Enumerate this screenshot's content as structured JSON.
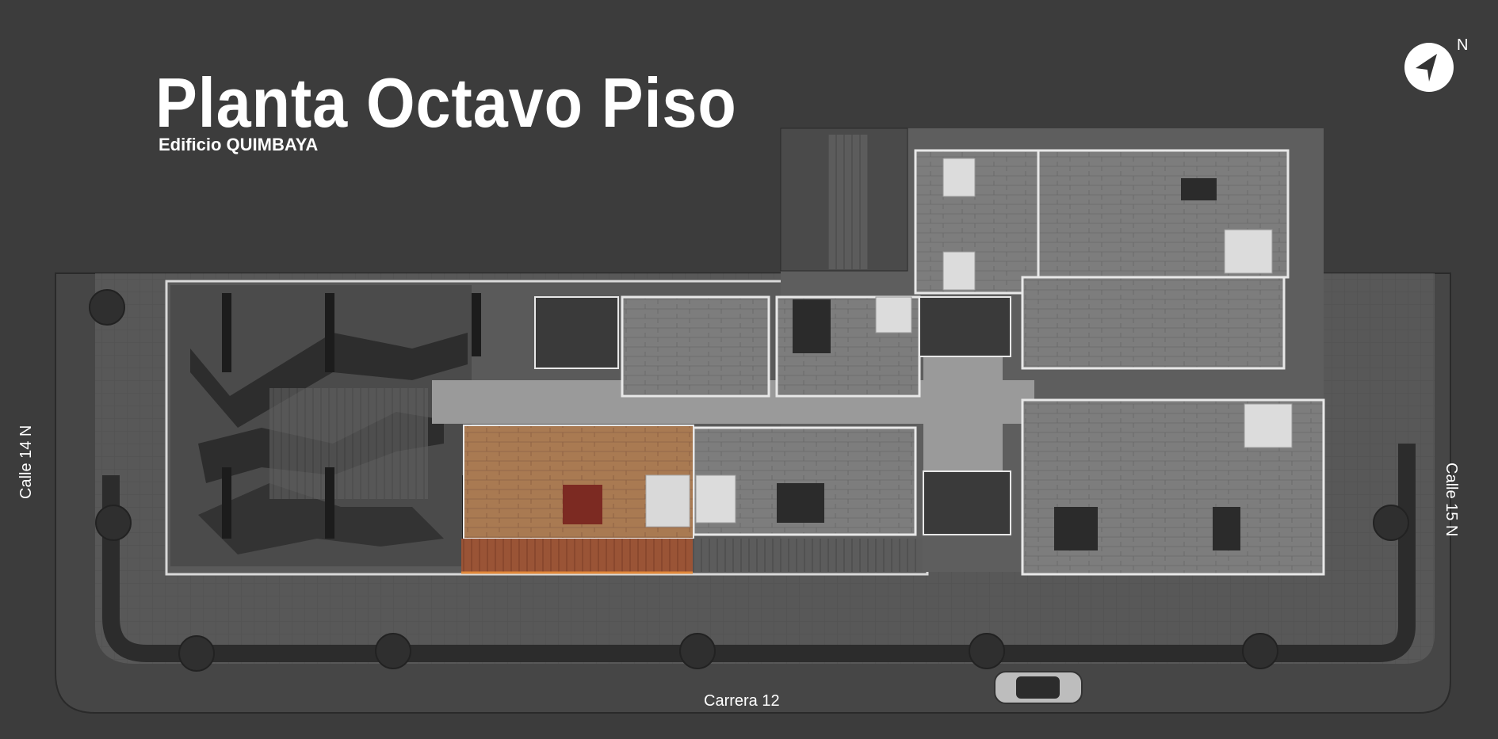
{
  "title": "Planta Octavo Piso",
  "subtitle": "Edificio QUIMBAYA",
  "streets": {
    "left": "Calle 14 N",
    "right": "Calle 15 N",
    "bottom": "Carrera 12"
  },
  "compass": {
    "letter": "N",
    "icon": "north-arrow-icon"
  },
  "colors": {
    "background": "#3c3c3c",
    "highlighted_unit_floor": "#a97a52",
    "highlighted_unit_balcony": "#9a5436",
    "highlight_outline": "#e0883a",
    "text": "#ffffff"
  }
}
